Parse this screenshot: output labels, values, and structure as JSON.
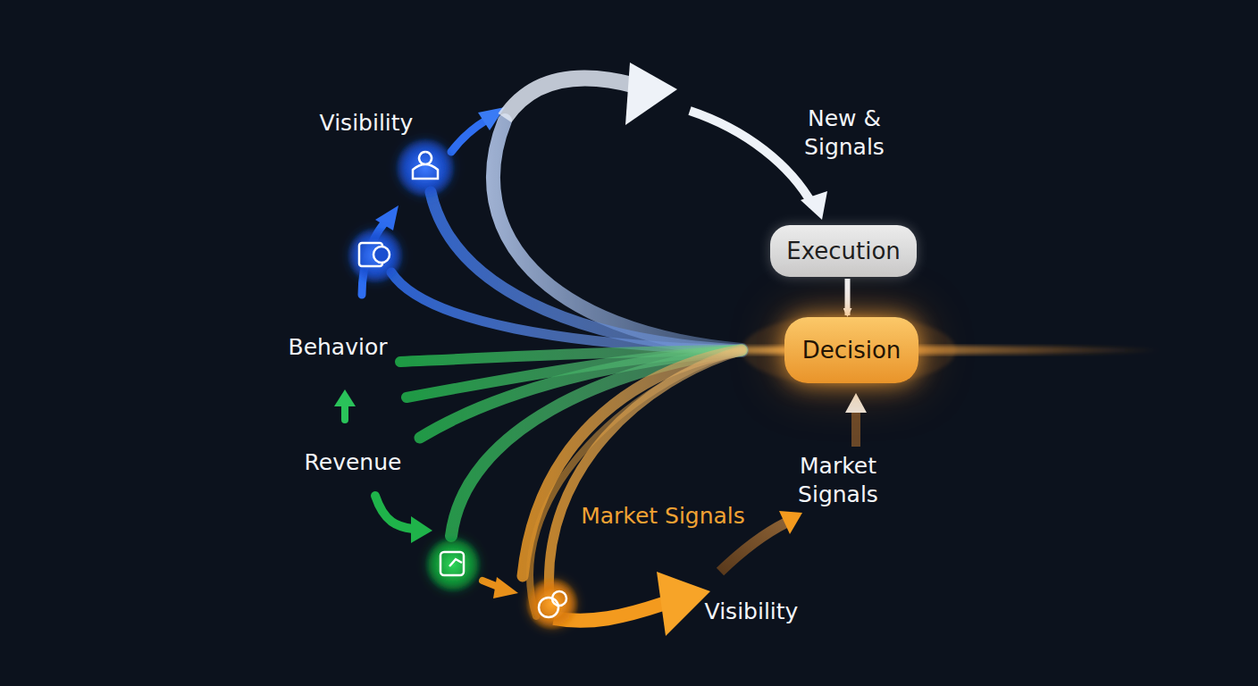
{
  "diagram": {
    "nodes": [
      {
        "text": [
          "Execution"
        ]
      },
      {
        "text": [
          "Decision"
        ]
      }
    ],
    "edges": [
      {
        "from": 0,
        "to": 1,
        "arrow": "to"
      }
    ],
    "labels": [
      "Visibility",
      "New & Signals",
      "Behavior",
      "Revenue",
      "Market Signals",
      "Market Signals",
      "Visibility"
    ]
  }
}
